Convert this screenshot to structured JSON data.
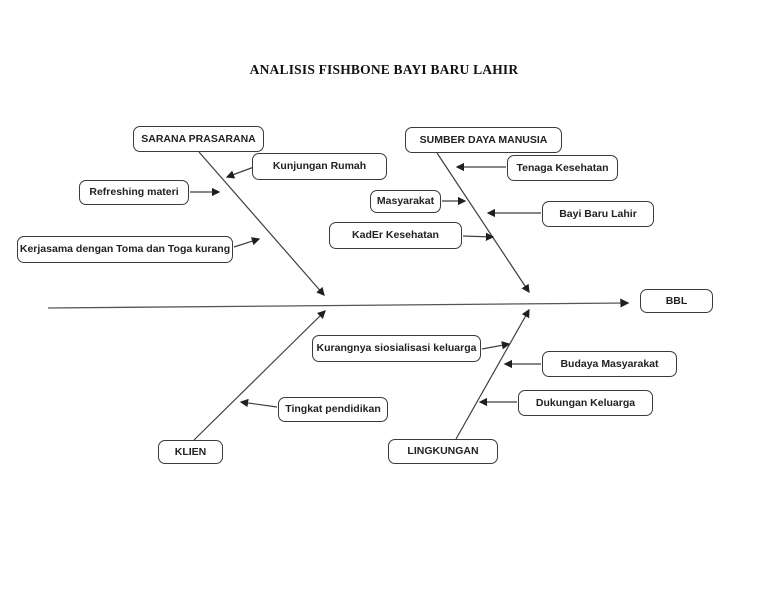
{
  "title": "ANALISIS FISHBONE BAYI BARU LAHIR",
  "diagram": {
    "type": "fishbone",
    "effect": "BBL",
    "branches": [
      {
        "category": "SARANA PRASARANA",
        "causes": [
          "Kunjungan Rumah",
          "Refreshing materi",
          "Kerjasama dengan Toma dan Toga kurang"
        ]
      },
      {
        "category": "SUMBER DAYA MANUSIA",
        "causes": [
          "Tenaga Kesehatan",
          "Masyarakat",
          "Bayi Baru Lahir",
          "KadEr Kesehatan"
        ]
      },
      {
        "category": "KLIEN",
        "causes": [
          "Tingkat pendidikan"
        ]
      },
      {
        "category": "LINGKUNGAN",
        "causes": [
          "Kurangnya siosialisasi keluarga",
          "Budaya Masyarakat",
          "Dukungan Keluarga"
        ]
      }
    ]
  },
  "nodes": {
    "sarana_prasarana": {
      "label": "SARANA PRASARANA"
    },
    "sumber_daya_manusia": {
      "label": "SUMBER DAYA MANUSIA"
    },
    "kunjungan_rumah": {
      "label": "Kunjungan Rumah"
    },
    "refreshing_materi": {
      "label": "Refreshing materi"
    },
    "kerjasama": {
      "label": "Kerjasama dengan Toma dan Toga kurang"
    },
    "tenaga_kesehatan": {
      "label": "Tenaga Kesehatan"
    },
    "masyarakat": {
      "label": "Masyarakat"
    },
    "bayi_baru_lahir": {
      "label": "Bayi Baru Lahir"
    },
    "kader_kesehatan": {
      "label": "KadEr Kesehatan"
    },
    "bbl": {
      "label": "BBL"
    },
    "kurangnya_sosialisasi": {
      "label": "Kurangnya siosialisasi keluarga"
    },
    "budaya_masyarakat": {
      "label": "Budaya Masyarakat"
    },
    "tingkat_pendidikan": {
      "label": "Tingkat pendidikan"
    },
    "dukungan_keluarga": {
      "label": "Dukungan Keluarga"
    },
    "klien": {
      "label": "KLIEN"
    },
    "lingkungan": {
      "label": "LINGKUNGAN"
    }
  },
  "colors": {
    "background": "#ffffff",
    "line": "#3f3f3f",
    "box_border": "#3b3b3b",
    "text": "#1a1a1a"
  }
}
